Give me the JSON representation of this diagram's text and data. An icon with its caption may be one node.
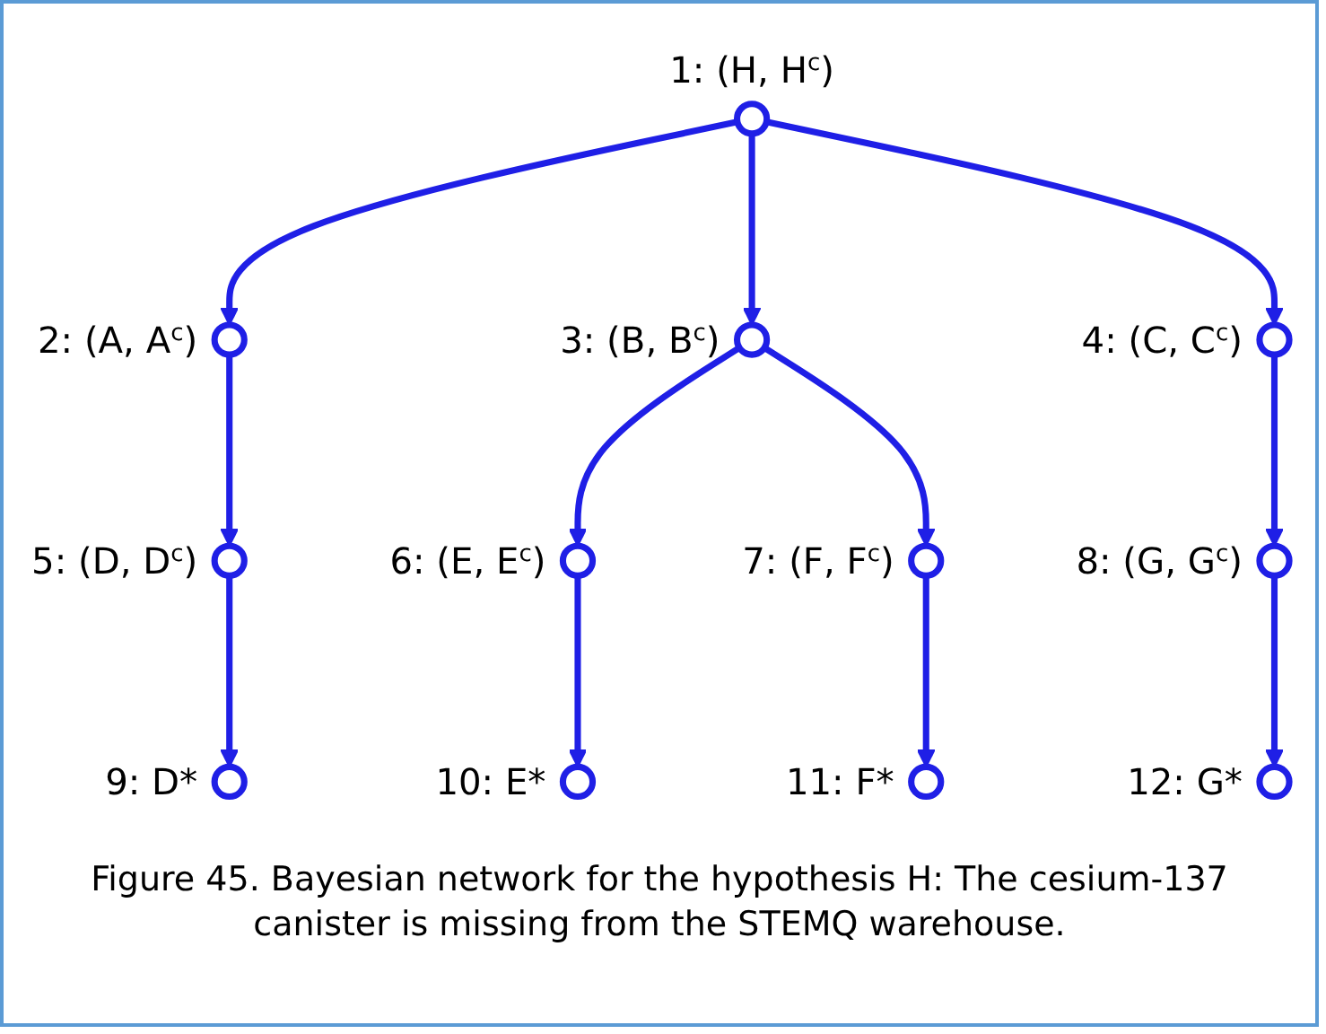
{
  "diagram": {
    "caption": "Figure 45. Bayesian network for the hypothesis H: The cesium-137 canister is missing from the STEMQ warehouse.",
    "nodes": [
      {
        "text": [],
        "shape": "circle",
        "beside": [
          "1: (H, H$^{c}$)"
        ]
      },
      {
        "text": [],
        "shape": "circle",
        "beside": [
          "2: (A, A$^{c}$)"
        ]
      },
      {
        "text": [],
        "shape": "circle",
        "beside": [
          "3: (B, B$^{c}$)"
        ]
      },
      {
        "text": [],
        "shape": "circle",
        "beside": [
          "4: (C, C$^{c}$)"
        ]
      },
      {
        "text": [],
        "shape": "circle",
        "beside": [
          "5: (D, D$^{c}$)"
        ]
      },
      {
        "text": [],
        "shape": "circle",
        "beside": [
          "6: (E, E$^{c}$)"
        ]
      },
      {
        "text": [],
        "shape": "circle",
        "beside": [
          "7: (F, F$^{c}$)"
        ]
      },
      {
        "text": [],
        "shape": "circle",
        "beside": [
          "8: (G, G$^{c}$)"
        ]
      },
      {
        "text": [],
        "shape": "circle",
        "beside": [
          "9: D*"
        ]
      },
      {
        "text": [],
        "shape": "circle",
        "beside": [
          "10: E*"
        ]
      },
      {
        "text": [],
        "shape": "circle",
        "beside": [
          "11: F*"
        ]
      },
      {
        "text": [],
        "shape": "circle",
        "beside": [
          "12: G*"
        ]
      }
    ],
    "edges": [
      {
        "from": 0,
        "to": 1,
        "arrow": "to"
      },
      {
        "from": 0,
        "to": 2,
        "arrow": "to"
      },
      {
        "from": 0,
        "to": 3,
        "arrow": "to"
      },
      {
        "from": 1,
        "to": 4,
        "arrow": "to"
      },
      {
        "from": 2,
        "to": 5,
        "arrow": "to"
      },
      {
        "from": 2,
        "to": 6,
        "arrow": "to"
      },
      {
        "from": 3,
        "to": 7,
        "arrow": "to"
      },
      {
        "from": 4,
        "to": 8,
        "arrow": "to"
      },
      {
        "from": 5,
        "to": 9,
        "arrow": "to"
      },
      {
        "from": 6,
        "to": 10,
        "arrow": "to"
      },
      {
        "from": 7,
        "to": 11,
        "arrow": "to"
      }
    ]
  }
}
